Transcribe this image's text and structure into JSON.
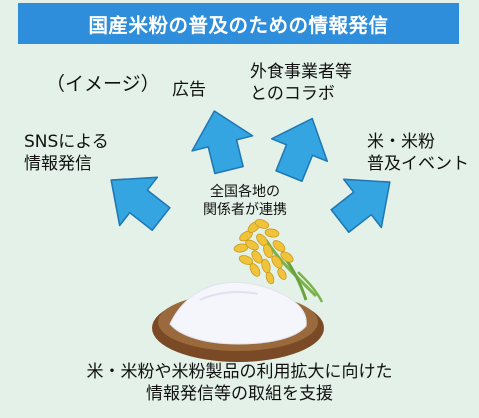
{
  "title": "国産米粉の普及のための情報発信",
  "image_label": "（イメージ）",
  "nodes": {
    "ad": "広告",
    "dining_l1": "外食事業者等",
    "dining_l2": "とのコラボ",
    "sns_l1": "SNSによる",
    "sns_l2": "情報発信",
    "event_l1": "米・米粉",
    "event_l2": "普及イベント"
  },
  "center_l1": "全国各地の",
  "center_l2": "関係者が連携",
  "bottom_l1": "米・米粉や米粉製品の利用拡大に向けた",
  "bottom_l2": "情報発信等の取組を支援",
  "colors": {
    "panel": "#e4f1e8",
    "title_bar": "#2f8edb",
    "arrow": "#34a5e0",
    "arrow_outline": "#1f77b4",
    "rice_grain": "#f1c33a",
    "stalk": "#7bb24a",
    "bowl": "#7a4a26",
    "flour": "#f4f6fb"
  },
  "icons": [
    "rice-plant-icon",
    "rice-flour-bowl-icon"
  ]
}
